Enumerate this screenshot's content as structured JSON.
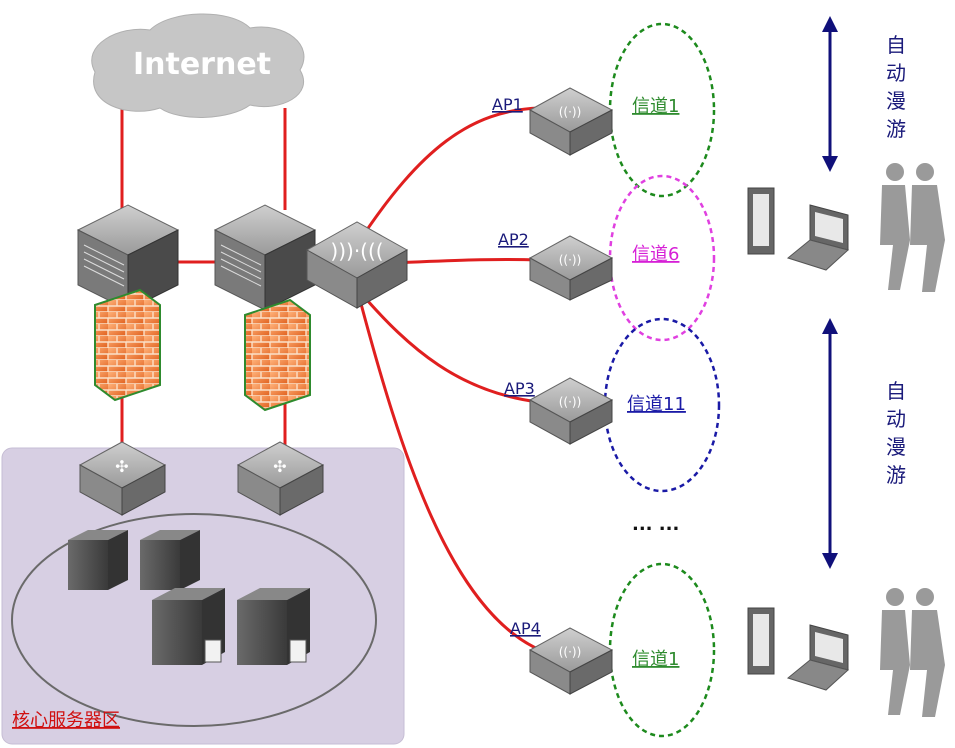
{
  "internet": {
    "label": "Internet"
  },
  "core_zone": {
    "label": "核心服务器区"
  },
  "aps": [
    {
      "label": "AP1",
      "channel": "信道1",
      "channel_color": "#2e8b2e",
      "ring_color": "#1d8a1d"
    },
    {
      "label": "AP2",
      "channel": "信道6",
      "channel_color": "#d61fd6",
      "ring_color": "#e040e0"
    },
    {
      "label": "AP3",
      "channel": "信道11",
      "channel_color": "#1a1aa6",
      "ring_color": "#1a1aa6"
    },
    {
      "label": "AP4",
      "channel": "信道1",
      "channel_color": "#2e8b2e",
      "ring_color": "#1d8a1d"
    }
  ],
  "ellipsis": "... ...",
  "roaming": [
    {
      "chars": [
        "自",
        "动",
        "漫",
        "游"
      ]
    },
    {
      "chars": [
        "自",
        "动",
        "漫",
        "游"
      ]
    }
  ],
  "colors": {
    "link": "#e01f1f",
    "label_blue": "#1a1a7a",
    "arrow": "#10107a",
    "core_bg": "#d5cce0",
    "core_text": "#d01010"
  }
}
